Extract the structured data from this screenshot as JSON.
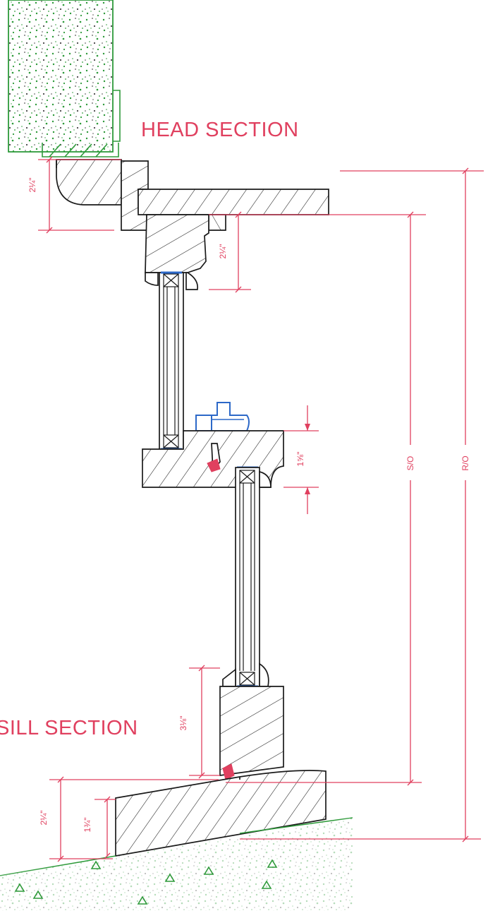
{
  "labels": {
    "head_section": "HEAD SECTION",
    "sill_section": "SILL SECTION"
  },
  "dimensions": {
    "head_casing": "2¼\"",
    "head_jamb": "2¼\"",
    "meeting_rail": "1⅝\"",
    "bottom_rail": "3⅛\"",
    "sill_height": "2¼\"",
    "sill_front": "1¾\"",
    "sash_opening": "S/O",
    "rough_opening": "R/O"
  },
  "colors": {
    "dimension": "#e0405f",
    "glazing_bead": "#2c68c8",
    "masonry": "#2e9a3a",
    "outline": "#1a1a1a"
  }
}
